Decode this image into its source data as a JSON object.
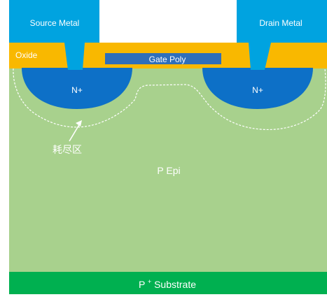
{
  "labels": {
    "source_metal": "Source Metal",
    "drain_metal": "Drain Metal",
    "oxide": "Oxide",
    "gate_poly": "Gate Poly",
    "n_plus_left": "N+",
    "n_plus_right": "N+",
    "depletion_region": "耗尽区",
    "p_epi": "P Epi",
    "substrate_prefix": "P",
    "substrate_superscript": "+",
    "substrate_suffix": " Substrate"
  },
  "colors": {
    "metal": "#00A3E0",
    "oxide": "#F9B800",
    "gate_poly": "#2F6FBA",
    "n_plus": "#0D70C7",
    "p_epi": "#A8D18D",
    "substrate": "#00B050",
    "white": "#FFFFFF",
    "text_dark": "#222222"
  }
}
